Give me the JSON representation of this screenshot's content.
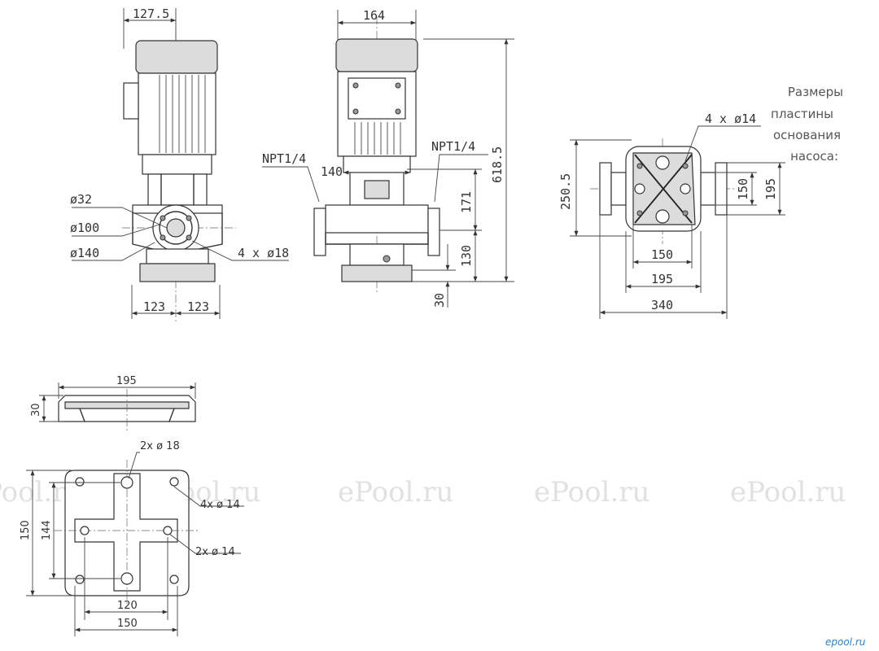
{
  "watermark": {
    "text": "ePool.ru"
  },
  "logo": {
    "text": "epool.ru"
  },
  "note": {
    "lines": [
      "Размеры",
      "пластины",
      "основания",
      "насоса:"
    ]
  },
  "view_side": {
    "top_width": "127.5",
    "d_small": "ø32",
    "d_mid": "ø100",
    "d_large": "ø140",
    "bolts": "4 x ø18",
    "base_left": "123",
    "base_right": "123"
  },
  "view_front": {
    "top_width": "164",
    "port_left": "NPT1/4",
    "port_right": "NPT1/4",
    "height_total": "618.5",
    "head_width": "140",
    "h_upper": "171",
    "h_lower": "130",
    "h_base": "30"
  },
  "view_top": {
    "bolts": "4 x ø14",
    "height": "250.5",
    "inner_h1": "150",
    "inner_h2": "195",
    "w150": "150",
    "w195": "195",
    "w340": "340"
  },
  "plate_side": {
    "width": "195",
    "height": "30"
  },
  "plate_top": {
    "h_outer": "150",
    "h_inner": "144",
    "w_inner": "120",
    "w_outer": "150",
    "holes_a": "2x ø 18",
    "holes_b": "4x ø 14",
    "holes_c": "2x ø 14"
  }
}
